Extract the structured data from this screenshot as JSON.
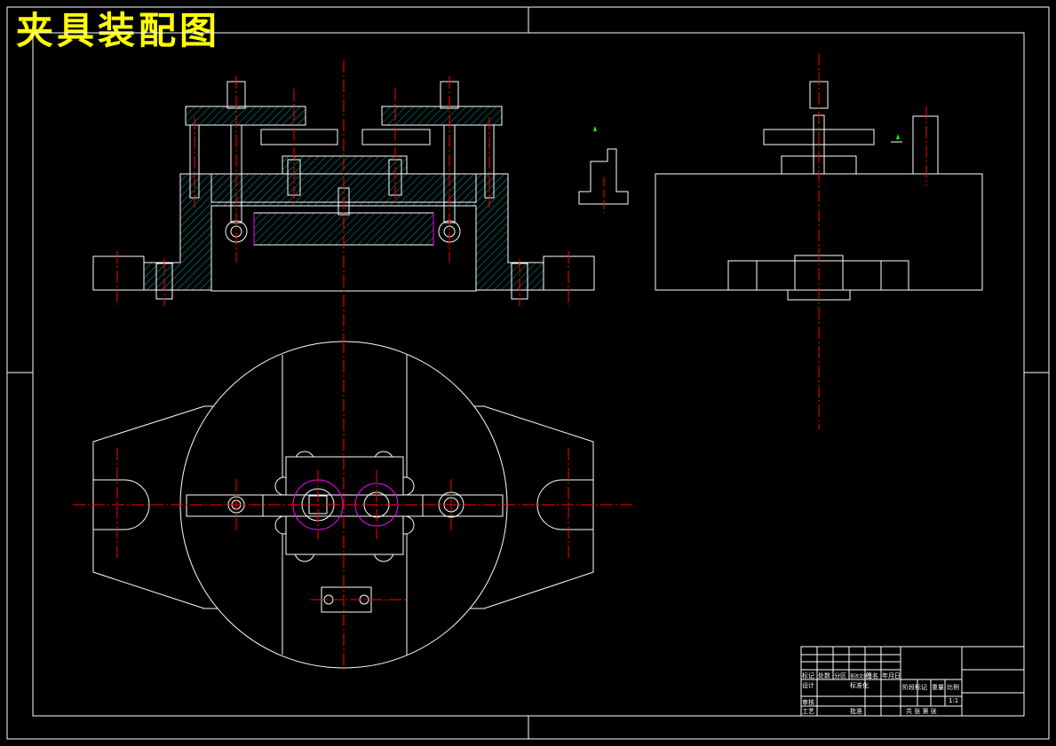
{
  "title": "夹具装配图",
  "colors": {
    "background": "#000000",
    "outline": "#ffffff",
    "centerline": "#ff0000",
    "hatch": "#00a0a0",
    "highlight": "#ff00ff",
    "title": "#ffff00",
    "marker": "#00ff00"
  },
  "title_block": {
    "row1": [
      "标记",
      "处数",
      "分区",
      "更改文件号",
      "签名",
      "年月日"
    ],
    "row2_left": "设计",
    "row2_mid": "标准化",
    "row2_right": [
      "阶段标记",
      "重量",
      "比例"
    ],
    "row3_left": "审核",
    "scale": "1:1",
    "row4_left": "工艺",
    "row4_mid": "批准",
    "row4_right": "共 张 第 张"
  }
}
